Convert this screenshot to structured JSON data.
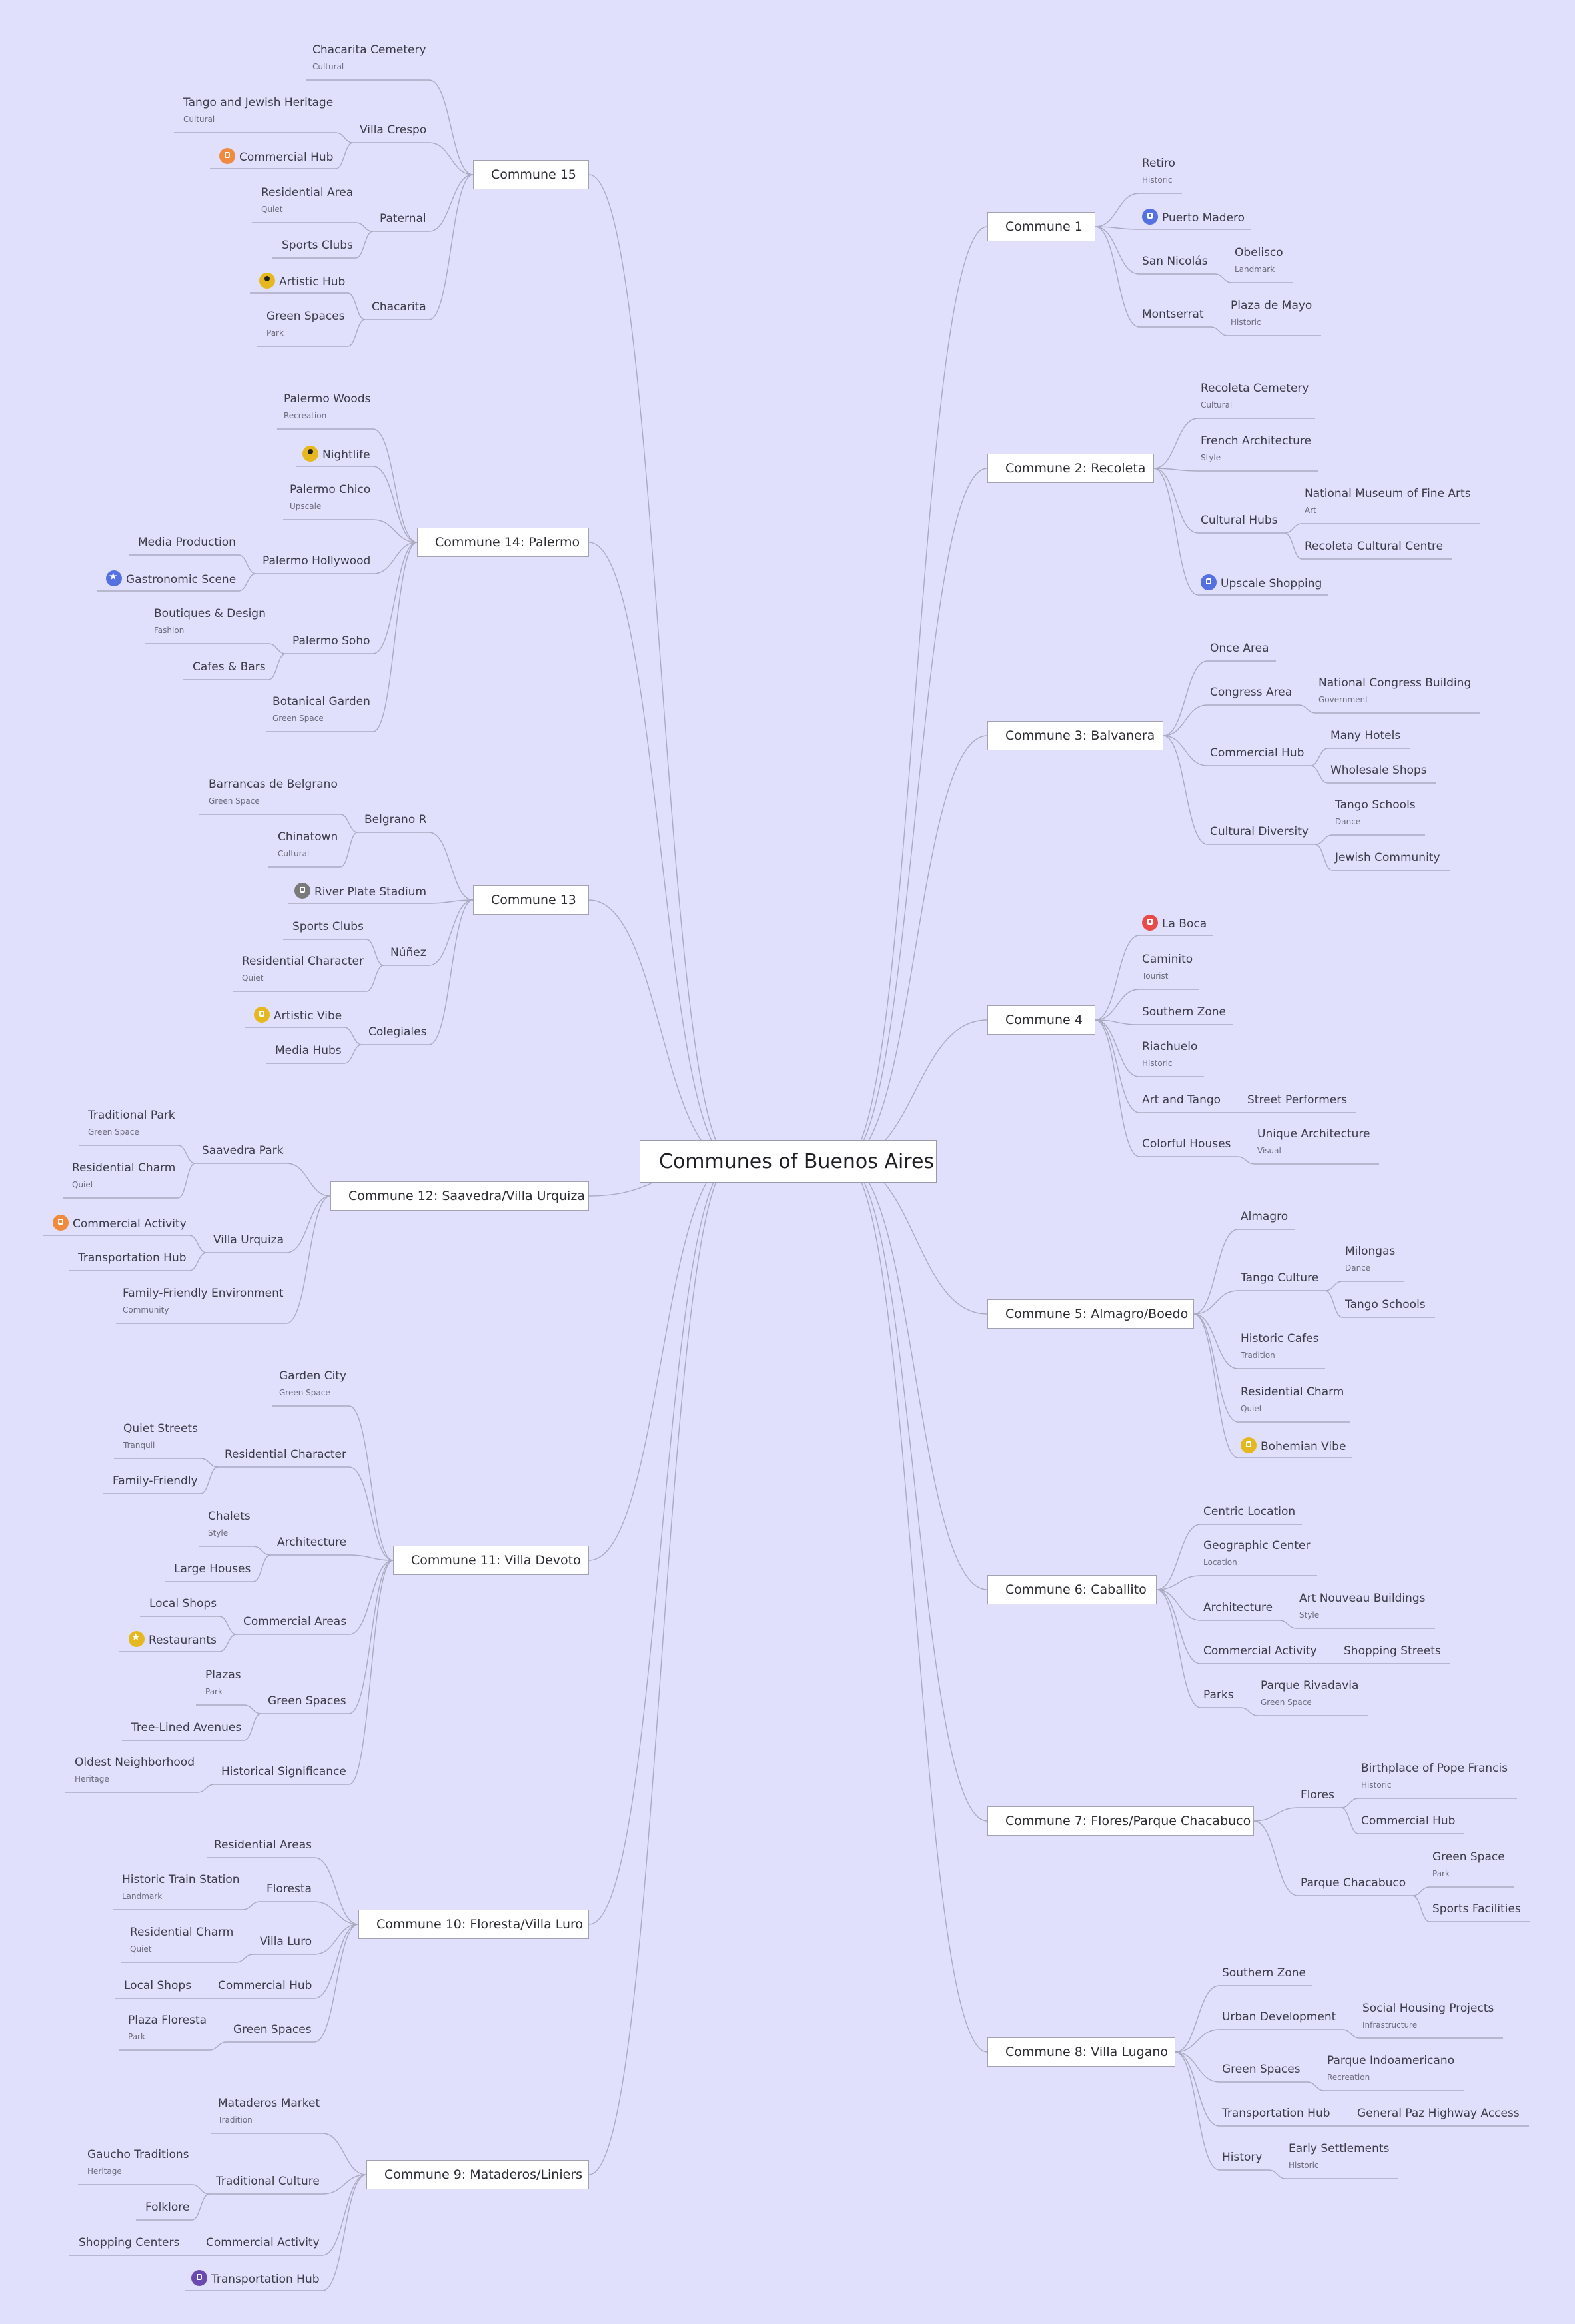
{
  "root": {
    "label": "Communes of Buenos Aires"
  },
  "icon_colors": {
    "blue": "#5570e0",
    "orange": "#f08a3c",
    "yellow": "#e6b820",
    "red": "#e84a4a",
    "gray": "#7a7a7a",
    "purple": "#6a4ab0"
  },
  "communes": [
    {
      "key": "c1",
      "label": "Commune 1",
      "side": "right",
      "children": [
        {
          "label": "Retiro",
          "note": "Historic"
        },
        {
          "label": "Puerto Madero",
          "icon": "flag",
          "icon_color": "blue",
          "icon_name": "flag-icon"
        },
        {
          "label": "San Nicolás",
          "children": [
            {
              "label": "Obelisco",
              "note": "Landmark"
            }
          ]
        },
        {
          "label": "Montserrat",
          "children": [
            {
              "label": "Plaza de Mayo",
              "note": "Historic"
            }
          ]
        }
      ]
    },
    {
      "key": "c2",
      "label": "Commune 2: Recoleta",
      "side": "right",
      "children": [
        {
          "label": "Recoleta Cemetery",
          "note": "Cultural"
        },
        {
          "label": "French Architecture",
          "note": "Style"
        },
        {
          "label": "Cultural Hubs",
          "children": [
            {
              "label": "National Museum of Fine Arts",
              "note": "Art"
            },
            {
              "label": "Recoleta Cultural Centre"
            }
          ]
        },
        {
          "label": "Upscale Shopping",
          "icon": "flag",
          "icon_color": "blue",
          "icon_name": "flag-icon"
        }
      ]
    },
    {
      "key": "c3",
      "label": "Commune 3: Balvanera",
      "side": "right",
      "children": [
        {
          "label": "Once Area"
        },
        {
          "label": "Congress Area",
          "children": [
            {
              "label": "National Congress Building",
              "note": "Government"
            }
          ]
        },
        {
          "label": "Commercial Hub",
          "children": [
            {
              "label": "Many Hotels"
            },
            {
              "label": "Wholesale Shops"
            }
          ]
        },
        {
          "label": "Cultural Diversity",
          "children": [
            {
              "label": "Tango Schools",
              "note": "Dance"
            },
            {
              "label": "Jewish Community"
            }
          ]
        }
      ]
    },
    {
      "key": "c4",
      "label": "Commune 4",
      "side": "right",
      "children": [
        {
          "label": "La Boca",
          "icon": "flag",
          "icon_color": "red",
          "icon_name": "flag-icon"
        },
        {
          "label": "Caminito",
          "note": "Tourist"
        },
        {
          "label": "Southern Zone"
        },
        {
          "label": "Riachuelo",
          "note": "Historic"
        },
        {
          "label": "Art and Tango",
          "children": [
            {
              "label": "Street Performers"
            }
          ]
        },
        {
          "label": "Colorful Houses",
          "children": [
            {
              "label": "Unique Architecture",
              "note": "Visual"
            }
          ]
        }
      ]
    },
    {
      "key": "c5",
      "label": "Commune 5: Almagro/Boedo",
      "side": "right",
      "children": [
        {
          "label": "Almagro"
        },
        {
          "label": "Tango Culture",
          "children": [
            {
              "label": "Milongas",
              "note": "Dance"
            },
            {
              "label": "Tango Schools"
            }
          ]
        },
        {
          "label": "Historic Cafes",
          "note": "Tradition"
        },
        {
          "label": "Residential Charm",
          "note": "Quiet"
        },
        {
          "label": "Bohemian Vibe",
          "icon": "flag",
          "icon_color": "yellow",
          "icon_name": "flag-icon"
        }
      ]
    },
    {
      "key": "c6",
      "label": "Commune 6: Caballito",
      "side": "right",
      "children": [
        {
          "label": "Centric Location"
        },
        {
          "label": "Geographic Center",
          "note": "Location"
        },
        {
          "label": "Architecture",
          "children": [
            {
              "label": "Art Nouveau Buildings",
              "note": "Style"
            }
          ]
        },
        {
          "label": "Commercial Activity",
          "children": [
            {
              "label": "Shopping Streets"
            }
          ]
        },
        {
          "label": "Parks",
          "children": [
            {
              "label": "Parque Rivadavia",
              "note": "Green Space"
            }
          ]
        }
      ]
    },
    {
      "key": "c7",
      "label": "Commune 7: Flores/Parque Chacabuco",
      "side": "right",
      "children": [
        {
          "label": "Flores",
          "children": [
            {
              "label": "Birthplace of Pope Francis",
              "note": "Historic"
            },
            {
              "label": "Commercial Hub"
            }
          ]
        },
        {
          "label": "Parque Chacabuco",
          "children": [
            {
              "label": "Green Space",
              "note": "Park"
            },
            {
              "label": "Sports Facilities"
            }
          ]
        }
      ]
    },
    {
      "key": "c8",
      "label": "Commune 8: Villa Lugano",
      "side": "right",
      "children": [
        {
          "label": "Southern Zone"
        },
        {
          "label": "Urban Development",
          "children": [
            {
              "label": "Social Housing Projects",
              "note": "Infrastructure"
            }
          ]
        },
        {
          "label": "Green Spaces",
          "children": [
            {
              "label": "Parque Indoamericano",
              "note": "Recreation"
            }
          ]
        },
        {
          "label": "Transportation Hub",
          "children": [
            {
              "label": "General Paz Highway Access"
            }
          ]
        },
        {
          "label": "History",
          "children": [
            {
              "label": "Early Settlements",
              "note": "Historic"
            }
          ]
        }
      ]
    },
    {
      "key": "c15",
      "label": "Commune 15",
      "side": "left",
      "children": [
        {
          "label": "Chacarita Cemetery",
          "note": "Cultural"
        },
        {
          "label": "Villa Crespo",
          "children": [
            {
              "label": "Tango and Jewish Heritage",
              "note": "Cultural"
            },
            {
              "label": "Commercial Hub",
              "icon": "flag",
              "icon_color": "orange",
              "icon_name": "flag-icon"
            }
          ]
        },
        {
          "label": "Paternal",
          "children": [
            {
              "label": "Residential Area",
              "note": "Quiet"
            },
            {
              "label": "Sports Clubs"
            }
          ]
        },
        {
          "label": "Chacarita",
          "children": [
            {
              "label": "Artistic Hub",
              "icon": "person",
              "icon_color": "yellow",
              "icon_name": "person-icon"
            },
            {
              "label": "Green Spaces",
              "note": "Park"
            }
          ]
        }
      ]
    },
    {
      "key": "c14",
      "label": "Commune 14: Palermo",
      "side": "left",
      "children": [
        {
          "label": "Palermo Woods",
          "note": "Recreation"
        },
        {
          "label": "Nightlife",
          "icon": "person",
          "icon_color": "yellow",
          "icon_name": "person-icon"
        },
        {
          "label": "Palermo Chico",
          "note": "Upscale"
        },
        {
          "label": "Palermo Hollywood",
          "children": [
            {
              "label": "Media Production"
            },
            {
              "label": "Gastronomic Scene",
              "icon": "star",
              "icon_color": "blue",
              "icon_name": "star-icon"
            }
          ]
        },
        {
          "label": "Palermo Soho",
          "children": [
            {
              "label": "Boutiques & Design",
              "note": "Fashion"
            },
            {
              "label": "Cafes & Bars"
            }
          ]
        },
        {
          "label": "Botanical Garden",
          "note": "Green Space"
        }
      ]
    },
    {
      "key": "c13",
      "label": "Commune 13",
      "side": "left",
      "children": [
        {
          "label": "Belgrano R",
          "children": [
            {
              "label": "Barrancas de Belgrano",
              "note": "Green Space"
            },
            {
              "label": "Chinatown",
              "note": "Cultural"
            }
          ]
        },
        {
          "label": "River Plate Stadium",
          "icon": "flag",
          "icon_color": "gray",
          "icon_name": "flag-icon"
        },
        {
          "label": "Núñez",
          "children": [
            {
              "label": "Sports Clubs"
            },
            {
              "label": "Residential Character",
              "note": "Quiet"
            }
          ]
        },
        {
          "label": "Colegiales",
          "children": [
            {
              "label": "Artistic Vibe",
              "icon": "flag",
              "icon_color": "yellow",
              "icon_name": "flag-icon"
            },
            {
              "label": "Media Hubs"
            }
          ]
        }
      ]
    },
    {
      "key": "c12",
      "label": "Commune 12: Saavedra/Villa Urquiza",
      "side": "left",
      "children": [
        {
          "label": "Saavedra Park",
          "children": [
            {
              "label": "Traditional Park",
              "note": "Green Space"
            },
            {
              "label": "Residential Charm",
              "note": "Quiet"
            }
          ]
        },
        {
          "label": "Villa Urquiza",
          "children": [
            {
              "label": "Commercial Activity",
              "icon": "flag",
              "icon_color": "orange",
              "icon_name": "flag-icon"
            },
            {
              "label": "Transportation Hub"
            }
          ]
        },
        {
          "label": "Family-Friendly Environment",
          "note": "Community"
        }
      ]
    },
    {
      "key": "c11",
      "label": "Commune 11: Villa Devoto",
      "side": "left",
      "children": [
        {
          "label": "Garden City",
          "note": "Green Space"
        },
        {
          "label": "Residential Character",
          "children": [
            {
              "label": "Quiet Streets",
              "note": "Tranquil"
            },
            {
              "label": "Family-Friendly"
            }
          ]
        },
        {
          "label": "Architecture",
          "children": [
            {
              "label": "Chalets",
              "note": "Style"
            },
            {
              "label": "Large Houses"
            }
          ]
        },
        {
          "label": "Commercial Areas",
          "children": [
            {
              "label": "Local Shops"
            },
            {
              "label": "Restaurants",
              "icon": "star",
              "icon_color": "yellow",
              "icon_name": "star-icon"
            }
          ]
        },
        {
          "label": "Green Spaces",
          "children": [
            {
              "label": "Plazas",
              "note": "Park"
            },
            {
              "label": "Tree-Lined Avenues"
            }
          ]
        },
        {
          "label": "Historical Significance",
          "children": [
            {
              "label": "Oldest Neighborhood",
              "note": "Heritage"
            }
          ]
        }
      ]
    },
    {
      "key": "c10",
      "label": "Commune 10: Floresta/Villa Luro",
      "side": "left",
      "children": [
        {
          "label": "Residential Areas"
        },
        {
          "label": "Floresta",
          "children": [
            {
              "label": "Historic Train Station",
              "note": "Landmark"
            }
          ]
        },
        {
          "label": "Villa Luro",
          "children": [
            {
              "label": "Residential Charm",
              "note": "Quiet"
            }
          ]
        },
        {
          "label": "Commercial Hub",
          "children": [
            {
              "label": "Local Shops"
            }
          ]
        },
        {
          "label": "Green Spaces",
          "children": [
            {
              "label": "Plaza Floresta",
              "note": "Park"
            }
          ]
        }
      ]
    },
    {
      "key": "c9",
      "label": "Commune 9: Mataderos/Liniers",
      "side": "left",
      "children": [
        {
          "label": "Mataderos Market",
          "note": "Tradition"
        },
        {
          "label": "Traditional Culture",
          "children": [
            {
              "label": "Gaucho Traditions",
              "note": "Heritage"
            },
            {
              "label": "Folklore"
            }
          ]
        },
        {
          "label": "Commercial Activity",
          "children": [
            {
              "label": "Shopping Centers"
            }
          ]
        },
        {
          "label": "Transportation Hub",
          "icon": "flag",
          "icon_color": "purple",
          "icon_name": "flag-icon"
        }
      ]
    }
  ]
}
